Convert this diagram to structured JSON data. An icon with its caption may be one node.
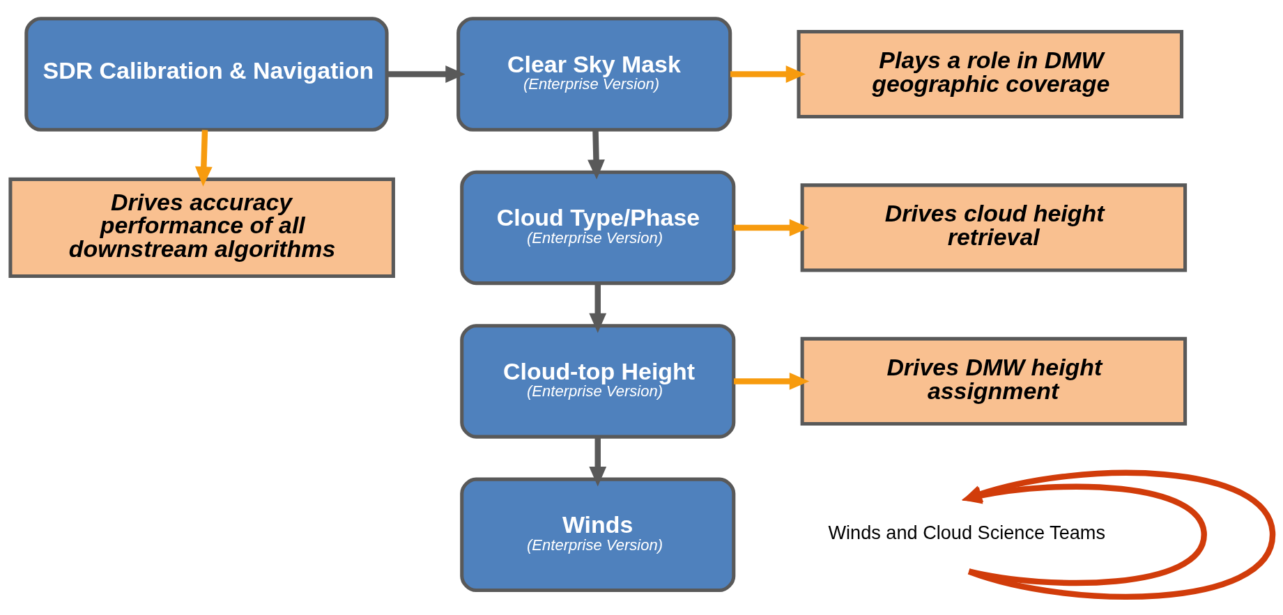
{
  "diagram": {
    "nodes": [
      {
        "text": [
          "SDR Calibration & Navigation"
        ]
      },
      {
        "text": [
          "Clear Sky Mask",
          "(Enterprise Version)"
        ]
      },
      {
        "text": [
          "Plays a role in DMW geographic coverage"
        ]
      },
      {
        "text": [
          "Drives accuracy performance of all downstream algorithms"
        ]
      },
      {
        "text": [
          "Cloud Type/Phase",
          "(Enterprise Version)"
        ]
      },
      {
        "text": [
          "Drives cloud height retrieval"
        ]
      },
      {
        "text": [
          "Cloud-top Height",
          "(Enterprise Version)"
        ]
      },
      {
        "text": [
          "Drives DMW height assignment"
        ]
      },
      {
        "text": [
          "Winds and Cloud Science Teams"
        ]
      },
      {
        "text": [
          "Winds",
          "(Enterprise Version)"
        ]
      }
    ],
    "edges": [
      {
        "from": 0,
        "to": 1,
        "arrow": "to"
      },
      {
        "from": 0,
        "to": 3,
        "arrow": "to",
        "color": "#f79b0e"
      },
      {
        "from": 1,
        "to": 2,
        "arrow": "to",
        "color": "#f79b0e"
      },
      {
        "from": 1,
        "to": 4,
        "arrow": "to"
      },
      {
        "from": 4,
        "to": 5,
        "arrow": "to",
        "color": "#f79b0e"
      },
      {
        "from": 4,
        "to": 6,
        "arrow": "to"
      },
      {
        "from": 6,
        "to": 7,
        "arrow": "to",
        "color": "#f79b0e"
      },
      {
        "from": 6,
        "to": 9,
        "arrow": "to"
      },
      {
        "from": 8,
        "to": 8,
        "arrow": "to",
        "color": "#d13c0a"
      },
      {
        "from": 8,
        "to": 8,
        "arrow": "to",
        "color": "#d13c0a"
      }
    ]
  }
}
